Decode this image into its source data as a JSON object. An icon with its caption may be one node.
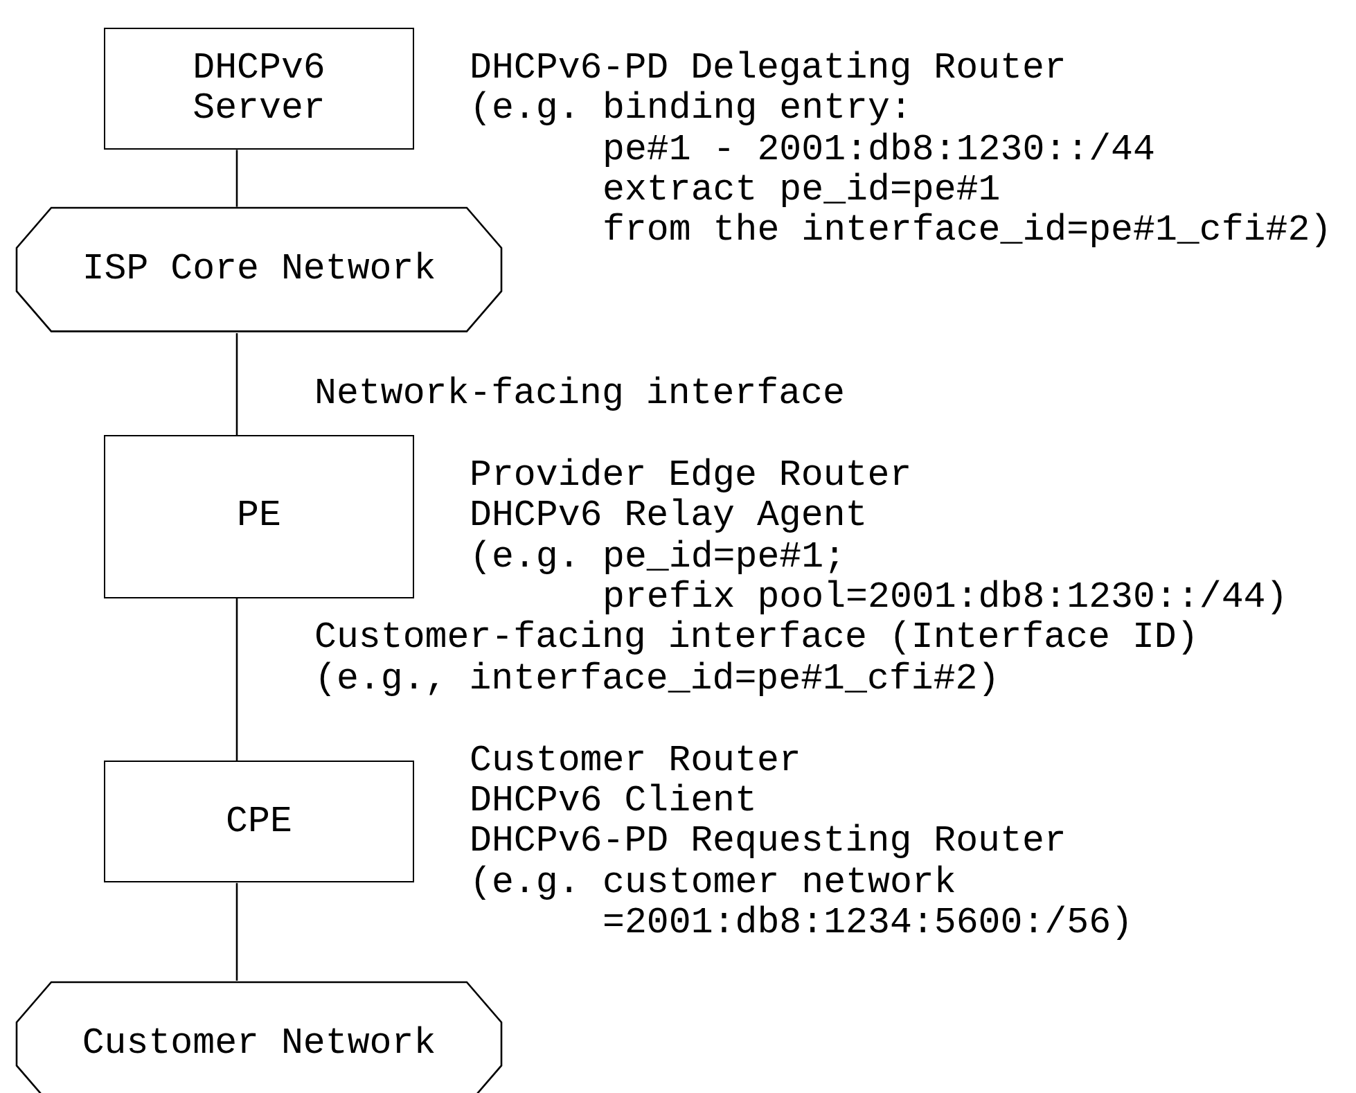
{
  "diagram": {
    "nodes": [
      {
        "text": [
          "DHCPv6 Server"
        ],
        "beside": [
          "DHCPv6-PD Delegating Router",
          "(e.g.",
          "binding entry:",
          "pe#1 - 2001:db8:1230::/44",
          "extract pe_id=pe#1",
          "from the interface_id=pe#1_cfi#2)"
        ]
      },
      {
        "text": [
          "ISP Core Network"
        ]
      },
      {
        "text": [
          "PE"
        ],
        "beside": [
          "Provider Edge Router",
          "DHCPv6 Relay Agent",
          "(e.g.",
          "pe_id=pe#1;",
          "prefix pool=2001:db8:1230::/44)"
        ]
      },
      {
        "text": [
          "CPE"
        ],
        "beside": [
          "Customer Router",
          "DHCPv6 Client",
          "DHCPv6-PD Requesting Router",
          "(e.g.",
          "customer network",
          "=2001:db8:1234:5600:/56)"
        ]
      },
      {
        "text": [
          "Customer Network"
        ]
      }
    ],
    "edges": [
      {
        "from": 0,
        "to": 1,
        "arrow": "none"
      },
      {
        "from": 1,
        "to": 2,
        "arrow": "none",
        "label": "Network-facing interface"
      },
      {
        "from": 2,
        "to": 3,
        "arrow": "none",
        "label": "Customer-facing interface (Interface ID) (e.g., interface_id=pe#1_cfi#2)"
      },
      {
        "from": 3,
        "to": 4,
        "arrow": "none"
      }
    ]
  }
}
